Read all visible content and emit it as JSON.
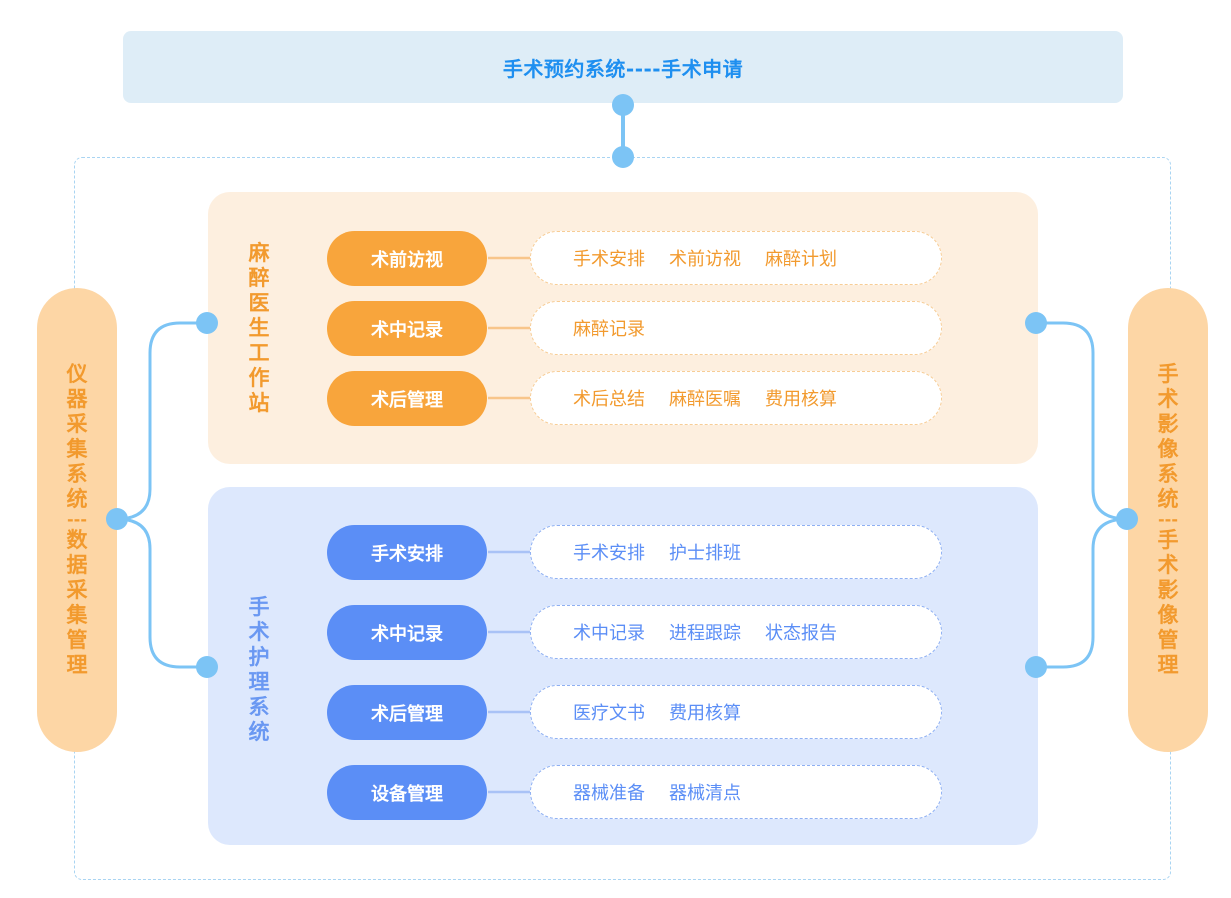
{
  "top_banner": {
    "title": "手术预约系统----手术申请"
  },
  "left_system": {
    "line1": "仪器采集系统",
    "dash": "---",
    "line2": "数据采集管理"
  },
  "right_system": {
    "line1": "手术影像系统",
    "dash": "---",
    "line2": "手术影像管理"
  },
  "anesthesia": {
    "title": "麻醉医生工作站",
    "stages": [
      {
        "label": "术前访视",
        "items": [
          "手术安排",
          "术前访视",
          "麻醉计划"
        ]
      },
      {
        "label": "术中记录",
        "items": [
          "麻醉记录"
        ]
      },
      {
        "label": "术后管理",
        "items": [
          "术后总结",
          "麻醉医嘱",
          "费用核算"
        ]
      }
    ]
  },
  "nursing": {
    "title": "手术护理系统",
    "stages": [
      {
        "label": "手术安排",
        "items": [
          "手术安排",
          "护士排班"
        ]
      },
      {
        "label": "术中记录",
        "items": [
          "术中记录",
          "进程跟踪",
          "状态报告"
        ]
      },
      {
        "label": "术后管理",
        "items": [
          "医疗文书",
          "费用核算"
        ]
      },
      {
        "label": "设备管理",
        "items": [
          "器械准备",
          "器械清点"
        ]
      }
    ]
  },
  "colors": {
    "blue_accent": "#1e8ff0",
    "orange_accent": "#f29a2e",
    "node_blue": "#7cc4f5",
    "stage_orange": "#f8a53c",
    "stage_blue": "#5b8ef6"
  }
}
